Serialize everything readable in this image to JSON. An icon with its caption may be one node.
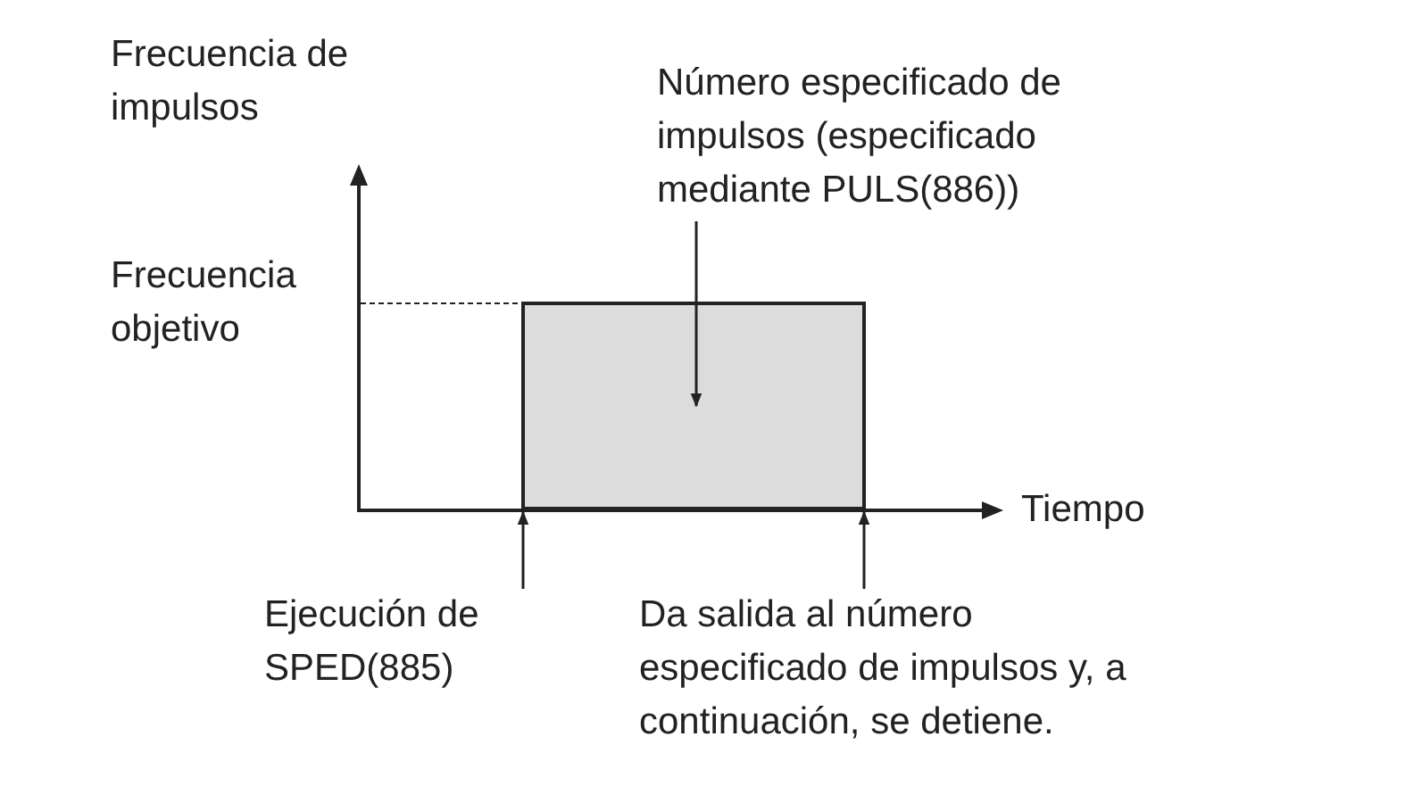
{
  "diagram": {
    "nodes": [
      {
        "text": [
          "Número especificado de impulsos (especificado mediante PULS(886))"
        ]
      },
      {
        "text": [],
        "shape": "box"
      },
      {
        "text": [
          "Ejecución de SPED(885)"
        ]
      },
      {
        "text": [
          "Da salida al número especificado de impulsos y, a continuación, se detiene."
        ]
      }
    ],
    "edges": [
      {
        "from": 0,
        "to": 1,
        "arrow": "to"
      },
      {
        "from": 2,
        "to": 1,
        "arrow": "to"
      },
      {
        "from": 3,
        "to": 1,
        "arrow": "to"
      }
    ],
    "labels": [
      "Frecuencia de impulsos",
      "Frecuencia objetivo",
      "Tiempo"
    ]
  }
}
